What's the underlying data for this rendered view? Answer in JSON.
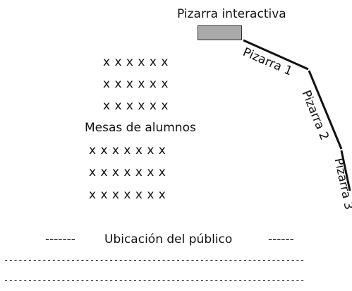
{
  "interactive_board": {
    "label": "Pizarra interactiva",
    "color": "#a9a9a9"
  },
  "boards": [
    {
      "label": "Pizarra 1"
    },
    {
      "label": "Pizarra 2"
    },
    {
      "label": "Pizarra 3"
    }
  ],
  "student_desks": {
    "label": "Mesas de alumnos",
    "rows_top": [
      "x x x x x x",
      "x x x x x x",
      "x x x x x x"
    ],
    "rows_bottom": [
      "x x x x x x x",
      "x x x x x x x",
      "x x x x x x x"
    ]
  },
  "audience": {
    "label": "Ubicación del público",
    "left_dashes": "-------",
    "right_dashes": "------",
    "line_1": "---------------------------------------------------------------",
    "line_2": "---------------------------------------------------------------"
  }
}
